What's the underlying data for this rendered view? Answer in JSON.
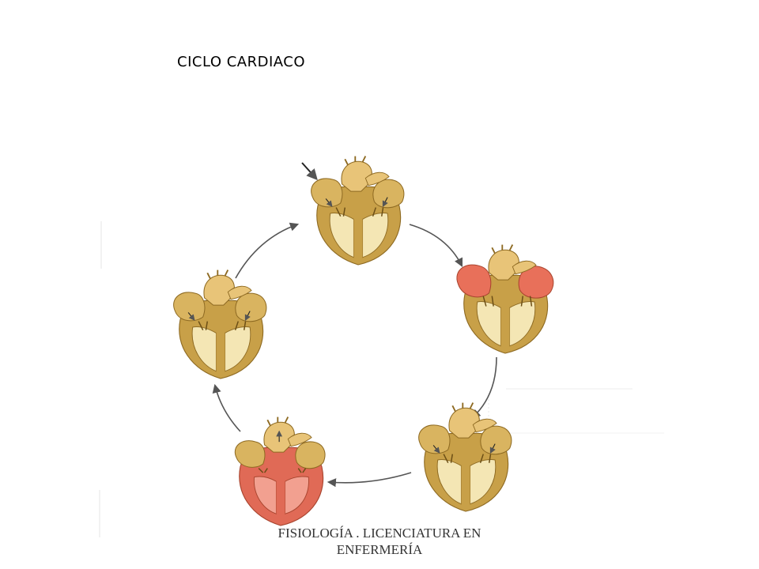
{
  "slide": {
    "title": "CICLO CARDIACO",
    "footer_line1": "FISIOLOGÍA . LICENCIATURA EN",
    "footer_line2": "ENFERMERÍA"
  },
  "diagram": {
    "stages": [
      {
        "name": "top",
        "highlight": "none"
      },
      {
        "name": "right",
        "highlight": "atria"
      },
      {
        "name": "bottom-right",
        "highlight": "none"
      },
      {
        "name": "bottom-left",
        "highlight": "ventricles"
      },
      {
        "name": "left",
        "highlight": "none"
      }
    ],
    "colors": {
      "muscle": "#C8A048",
      "muscle_light": "#E8C478",
      "muscle_dark": "#8E6A22",
      "chamber": "#F4E6B4",
      "contract": "#E8705A",
      "arrow": "#555555"
    }
  }
}
